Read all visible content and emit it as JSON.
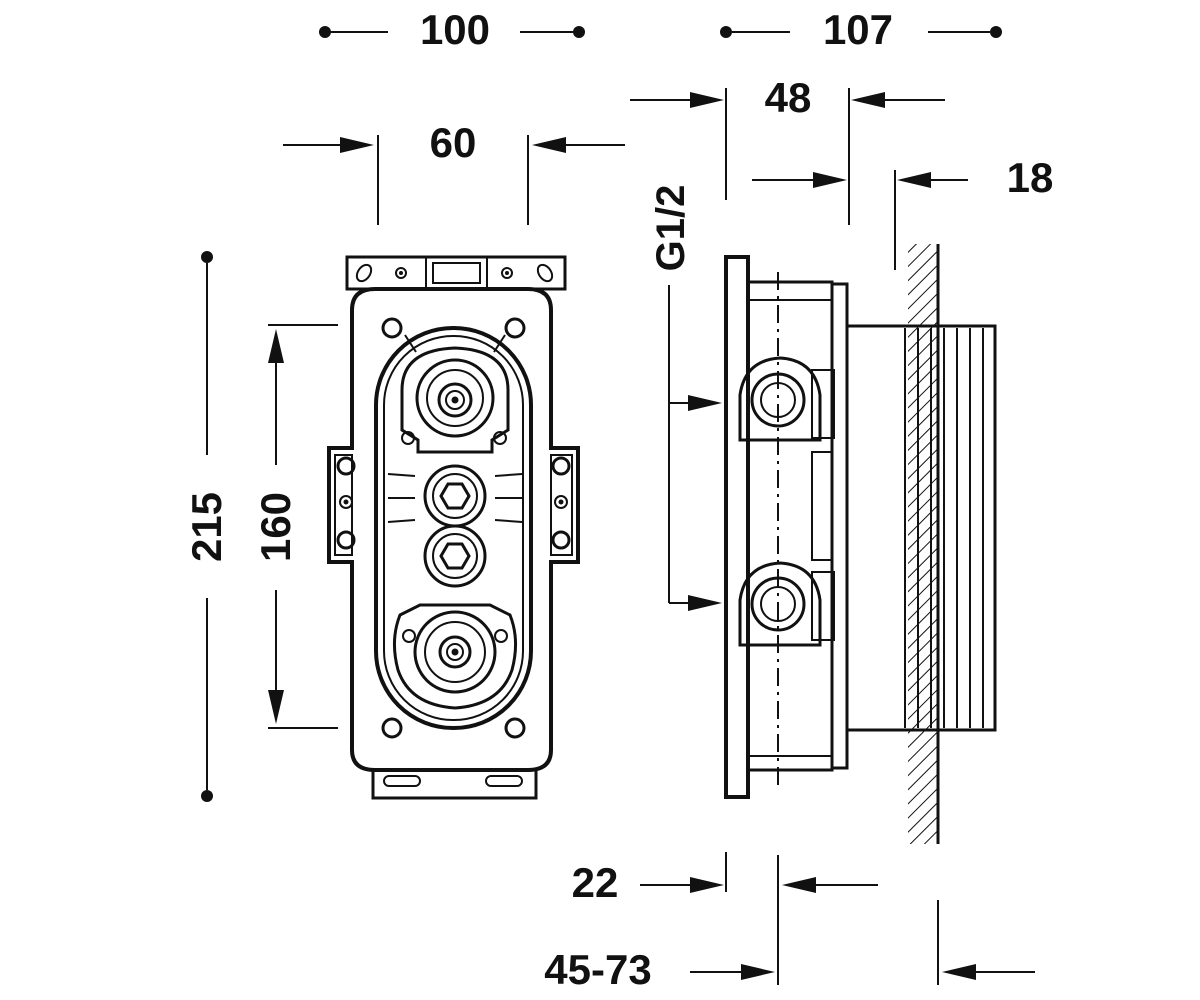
{
  "diagram": {
    "dimensions": {
      "overall_width": "100",
      "side_depth": "107",
      "body_depth": "48",
      "bracket_width": "60",
      "wall_offset": "18",
      "thread": "G1/2",
      "overall_height": "215",
      "fixing_height": "160",
      "inlet_offset": "22",
      "install_range": "45-73"
    },
    "colors": {
      "line": "#111111",
      "background": "#ffffff"
    }
  }
}
